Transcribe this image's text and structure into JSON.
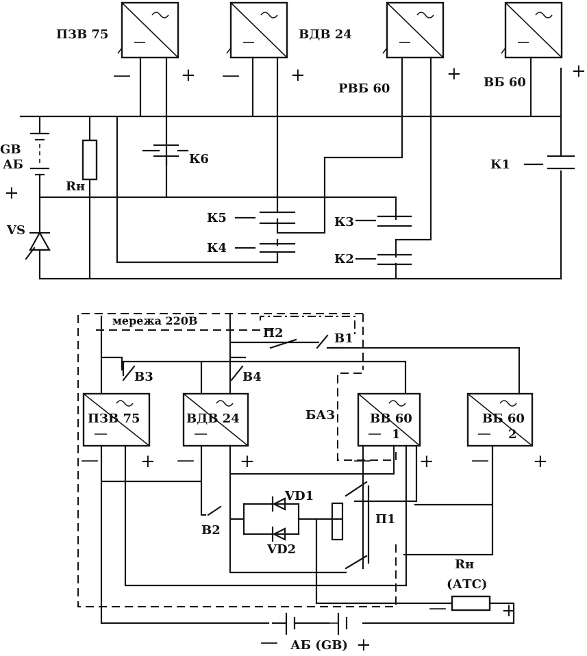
{
  "top": {
    "converters": [
      {
        "label": "ПЗВ 75",
        "minus": "—",
        "plus": "+"
      },
      {
        "label": "ВДВ 24",
        "minus": "—",
        "plus": "+"
      },
      {
        "label": "РВБ 60",
        "minus": "",
        "plus": "+"
      },
      {
        "label": "ВБ 60",
        "minus": "",
        "plus": "+"
      }
    ],
    "battery_label_1": "GB",
    "battery_label_2": "АБ",
    "battery_plus": "+",
    "load_label": "Rн",
    "thyristor_label": "VS",
    "contacts": {
      "k1": "К1",
      "k2": "К2",
      "k3": "К3",
      "k4": "К4",
      "k5": "К5",
      "k6": "К6"
    }
  },
  "bottom": {
    "mains_label": "мережа 220В",
    "converters": [
      {
        "label": "ПЗВ 75",
        "minus": "—",
        "plus": "+"
      },
      {
        "label": "ВДВ 24",
        "minus": "—",
        "plus": "+"
      },
      {
        "label": "ВВ 60",
        "index": "1",
        "minus": "—",
        "plus": "+"
      },
      {
        "label": "ВБ 60",
        "index": "2",
        "minus": "—",
        "plus": "+"
      }
    ],
    "switches": {
      "b1": "В1",
      "b2": "В2",
      "b3": "В3",
      "b4": "В4",
      "p1": "П1",
      "p2": "П2"
    },
    "baz_label": "БАЗ",
    "diodes": {
      "vd1": "VD1",
      "vd2": "VD2"
    },
    "load_label": "Rн",
    "load_sub": "(АТС)",
    "load_minus": "—",
    "load_plus": "+",
    "battery_label": "АБ (GB)",
    "battery_minus": "—",
    "battery_plus": "+"
  }
}
